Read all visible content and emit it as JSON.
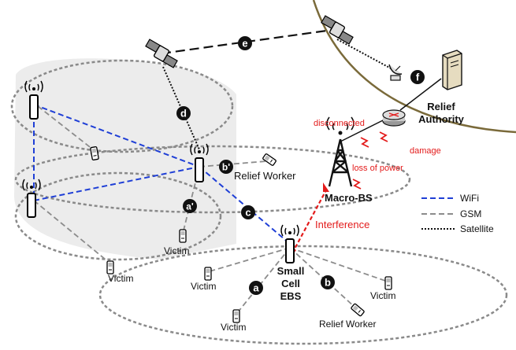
{
  "labels": {
    "relief_authority_line1": "Relief",
    "relief_authority_line2": "Authority",
    "disconnected": "disconnected",
    "damage": "damage",
    "loss_of_power": "loss of power",
    "macro_bs": "Macro-BS",
    "interference": "Interference",
    "relief_worker_top": "Relief Worker",
    "relief_worker_bottom": "Relief Worker",
    "victim_left": "Victim",
    "victim_mid": "Victim",
    "victim_bl": "Victim",
    "victim_bc": "Victim",
    "victim_br": "Victim",
    "small_cell_line1": "Small",
    "small_cell_line2": "Cell",
    "small_cell_line3": "EBS"
  },
  "markers": {
    "a": "a",
    "a_prime": "a'",
    "b": "b",
    "b_prime": "b'",
    "c": "c",
    "d": "d",
    "e": "e",
    "f": "f"
  },
  "legend": {
    "wifi": "WiFi",
    "gsm": "GSM",
    "satellite": "Satellite"
  },
  "colors": {
    "wifi": "#1f3fd6",
    "gsm": "#8c8c8c",
    "satellite": "#111111",
    "alert": "#e31b1b",
    "earth_curve": "#7a6a3a"
  }
}
